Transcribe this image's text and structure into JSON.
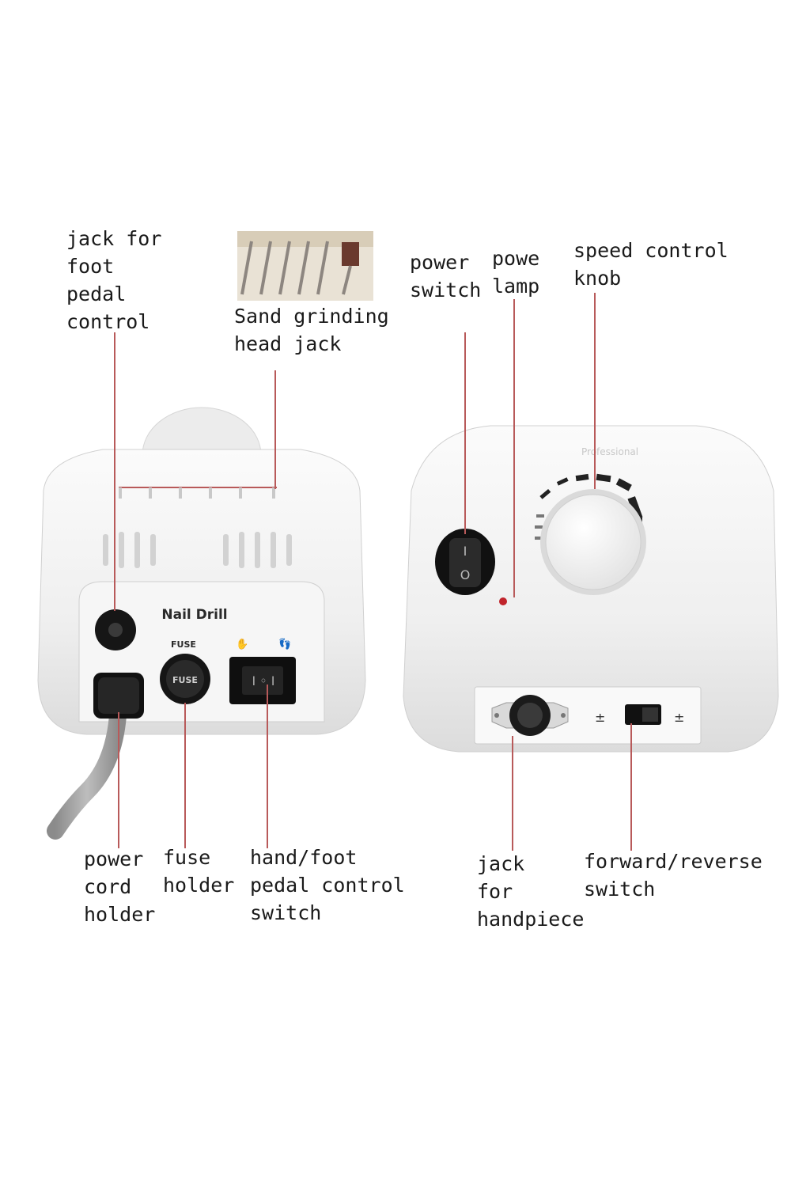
{
  "labels": {
    "foot_pedal_jack": [
      "jack for",
      "foot",
      "pedal",
      "control"
    ],
    "sand_grinding_jack": [
      "Sand grinding",
      "head jack"
    ],
    "power_switch": [
      "power",
      "switch"
    ],
    "power_lamp": [
      "powe",
      "lamp"
    ],
    "speed_knob": [
      "speed control",
      "knob"
    ],
    "power_cord_holder": [
      "power",
      "cord",
      "holder"
    ],
    "fuse_holder": [
      "fuse",
      "holder"
    ],
    "pedal_switch": [
      "hand/foot",
      "pedal control",
      "switch"
    ],
    "handpiece_jack": [
      "jack",
      "for",
      "handpiece"
    ],
    "forward_reverse": [
      "forward/reverse",
      "switch"
    ]
  },
  "device": {
    "panel_title": "Nail Drill",
    "fuse_label": "FUSE",
    "fuse_cap_text": "FUSE"
  },
  "colors": {
    "body": "#f3f3f3",
    "leader_line": "#b85a5a",
    "switch": "#1b1b1b",
    "lamp": "#c0242b"
  }
}
